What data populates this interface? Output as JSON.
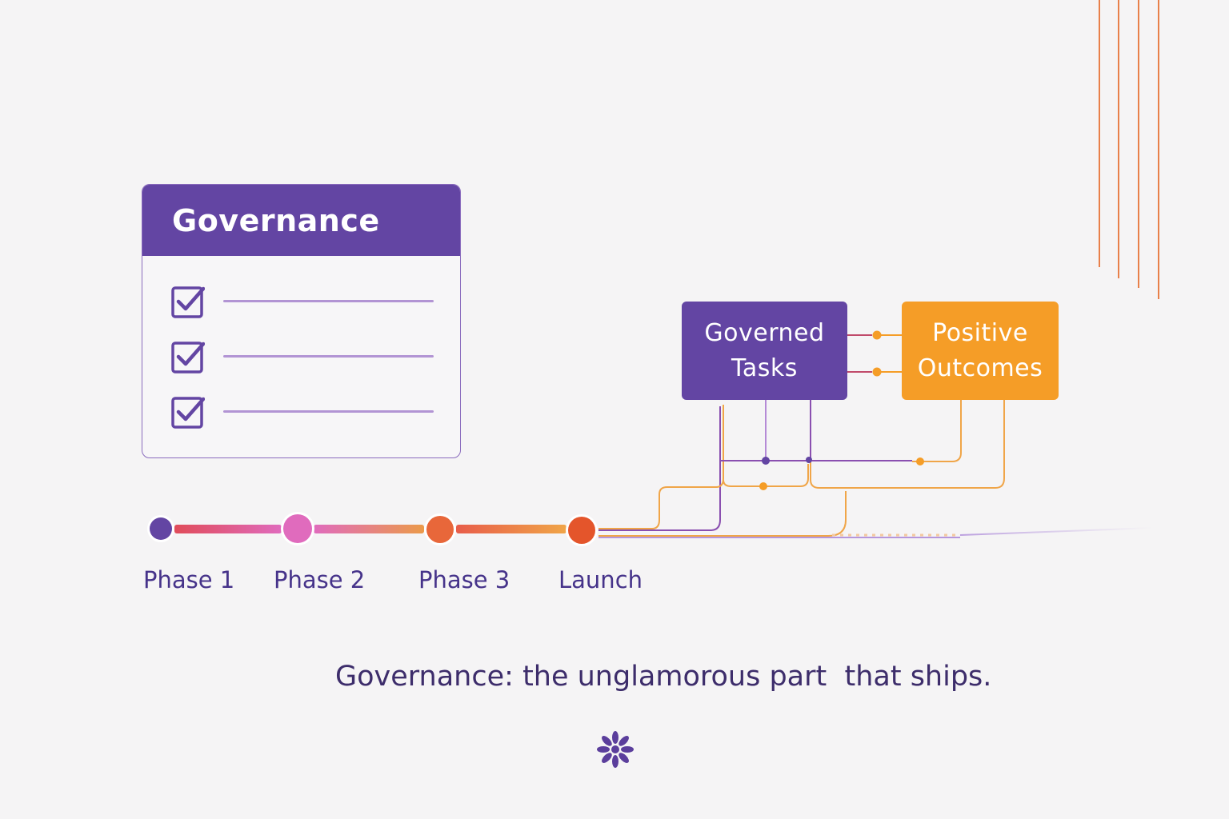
{
  "governance_card": {
    "title": "Governance",
    "items": [
      {
        "checked": true
      },
      {
        "checked": true
      },
      {
        "checked": true
      }
    ]
  },
  "timeline": {
    "milestones": [
      {
        "label": "Phase 1",
        "color": "#6345a3"
      },
      {
        "label": "Phase 2",
        "color": "#e06bbd"
      },
      {
        "label": "Phase 3",
        "color": "#e8673a"
      },
      {
        "label": "Launch",
        "color": "#e4552b"
      }
    ]
  },
  "nodes": {
    "governed": {
      "line1": "Governed",
      "line2": "Tasks",
      "color": "#6345a3"
    },
    "positive": {
      "line1": "Positive",
      "line2": "Outcomes",
      "color": "#f59d27"
    }
  },
  "tagline": "Governance: the unglamorous part  that ships.",
  "icons": {
    "checkbox": "checkbox-checked-icon",
    "footer": "asterisk-flower-icon"
  },
  "colors": {
    "purple": "#6345a3",
    "orange": "#f59d27",
    "accent_orange": "#e8783f",
    "background": "#f5f4f5"
  }
}
